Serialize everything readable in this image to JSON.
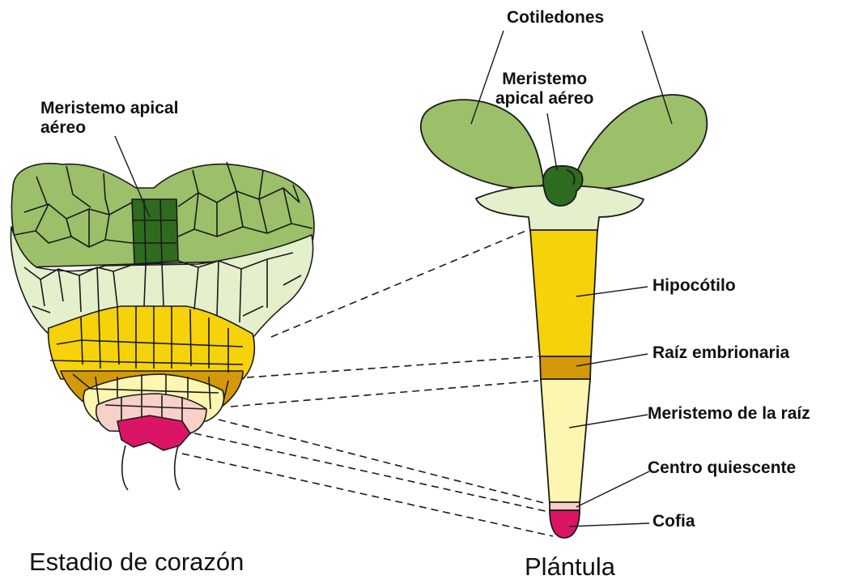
{
  "left_panel": {
    "label_meristem": [
      "Meristemo apical",
      "aéreo"
    ],
    "title": "Estadio de corazón"
  },
  "right_panel": {
    "label_cotyledons": "Cotiledones",
    "label_meristem": [
      "Meristemo",
      "apical aéreo"
    ],
    "label_hypocotyl": "Hipocótilo",
    "label_embryonic_root": "Raíz embrionaria",
    "label_root_meristem": "Meristemo de la raíz",
    "label_quiescent_center": "Centro quiescente",
    "label_root_cap": "Cofia",
    "title": "Plántula"
  },
  "colors": {
    "cotyledon_green": "#9cbf6a",
    "meristem_dark_green": "#2e6b1e",
    "pale_green": "#e4efcc",
    "hypocotyl_yellow": "#f5d20a",
    "embryonic_root_ochre": "#d4990a",
    "root_meristem_cream": "#fdf6b0",
    "quiescent_center_pink": "#f7d0c8",
    "root_cap_magenta": "#dc1466",
    "outline": "#1a1a1a"
  }
}
